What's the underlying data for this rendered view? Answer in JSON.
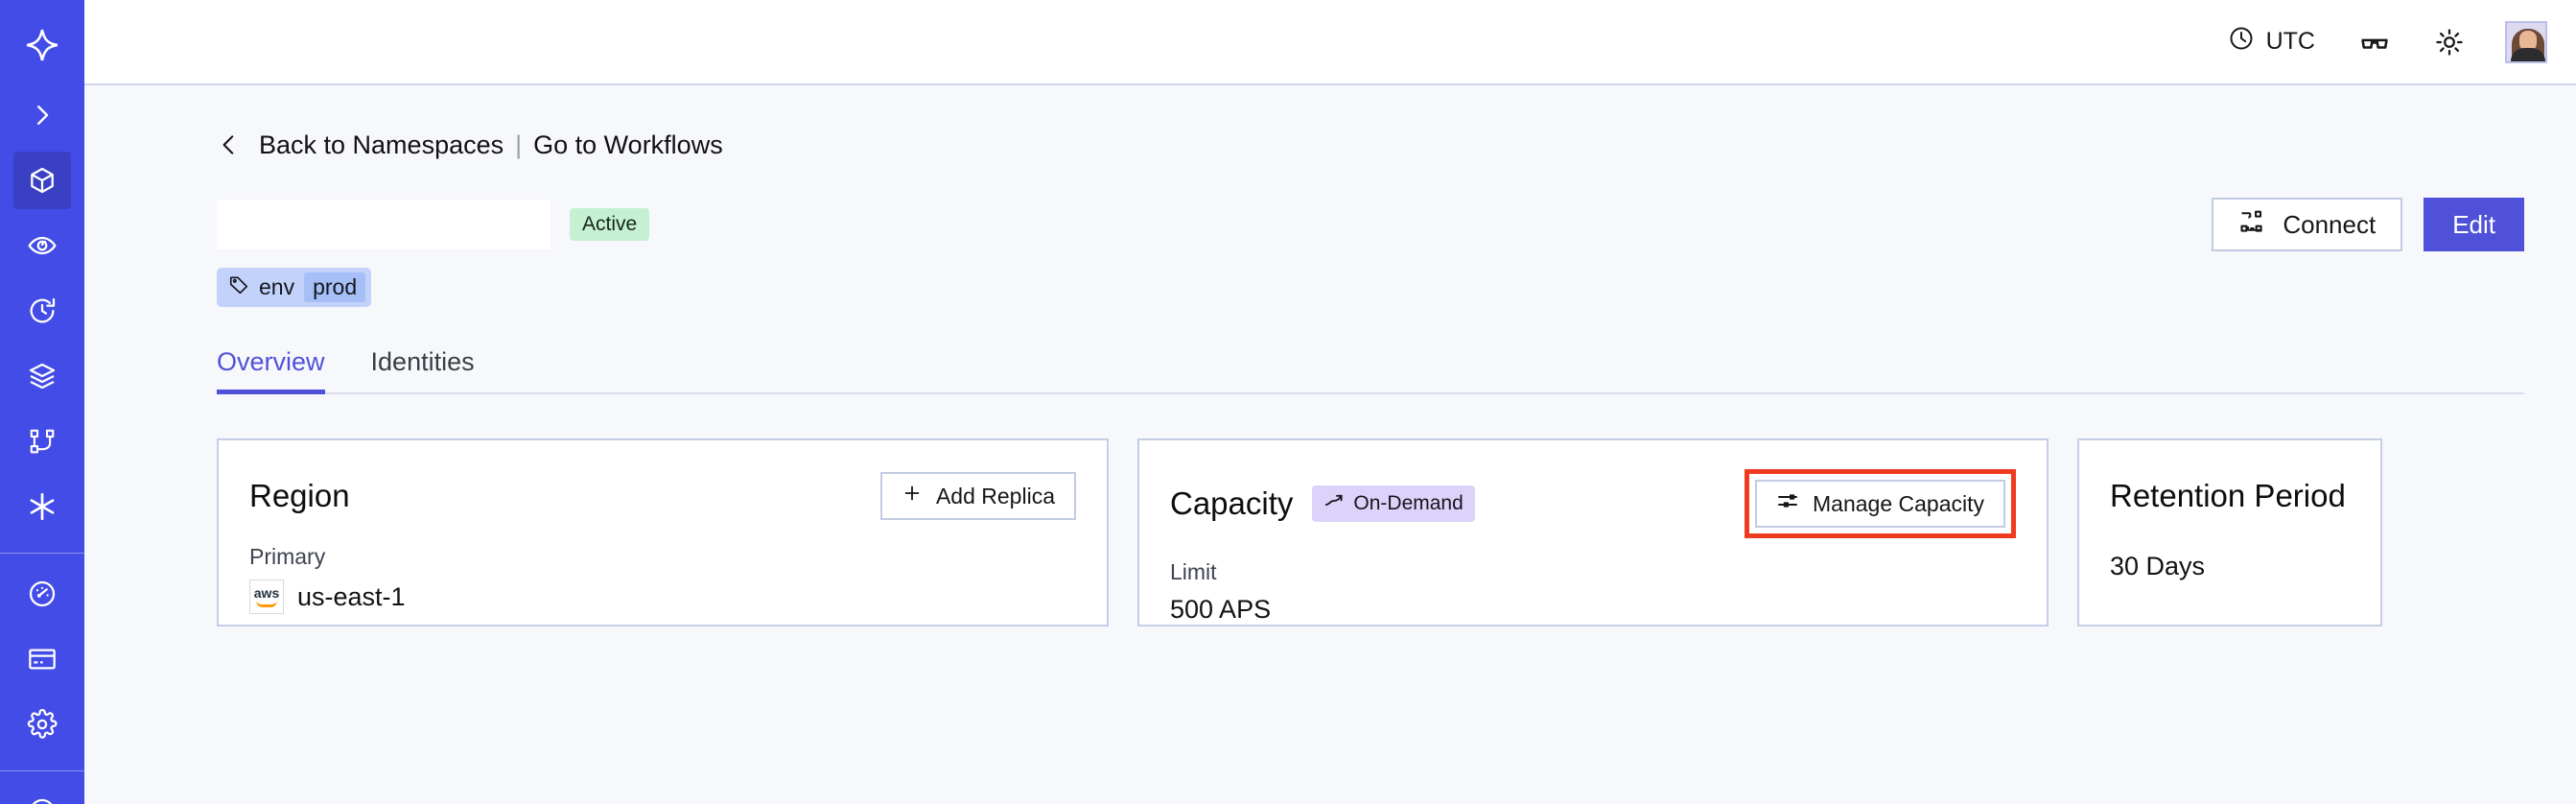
{
  "sidebar": {
    "logo": {
      "name": "temporal-logo",
      "label": "Temporal"
    },
    "items": [
      {
        "icon": "chevron-right-icon",
        "label": "Expand",
        "active": false
      },
      {
        "icon": "cube-icon",
        "label": "Namespaces",
        "active": true
      },
      {
        "icon": "eye-icon",
        "label": "Observability",
        "active": false
      },
      {
        "icon": "history-clock-icon",
        "label": "Schedules",
        "active": false
      },
      {
        "icon": "layers-icon",
        "label": "Batch Operations",
        "active": false
      },
      {
        "icon": "workflow-branch-icon",
        "label": "Workflows",
        "active": false
      },
      {
        "icon": "asterisk-icon",
        "label": "Nexus",
        "active": false
      }
    ],
    "items_secondary": [
      {
        "icon": "gauge-icon",
        "label": "Usage",
        "active": false
      },
      {
        "icon": "credit-card-icon",
        "label": "Billing",
        "active": false
      },
      {
        "icon": "gear-icon",
        "label": "Settings",
        "active": false
      }
    ]
  },
  "topbar": {
    "timezone_icon": "clock-icon",
    "timezone_label": "UTC",
    "glasses_icon": "glasses-icon",
    "theme_icon": "sun-icon",
    "avatar": "user-avatar"
  },
  "breadcrumb": {
    "back_icon": "chevron-left-icon",
    "back_label": "Back to Namespaces",
    "separator": "|",
    "forward_label": "Go to Workflows"
  },
  "header": {
    "namespace_name": "",
    "status_badge": "Active",
    "connect_icon": "connect-flow-icon",
    "connect_label": "Connect",
    "edit_label": "Edit"
  },
  "tags": [
    {
      "icon": "tag-icon",
      "key": "env",
      "value": "prod"
    }
  ],
  "tabs": [
    {
      "label": "Overview",
      "active": true
    },
    {
      "label": "Identities",
      "active": false
    }
  ],
  "cards": {
    "region": {
      "title": "Region",
      "action_icon": "plus-icon",
      "action_label": "Add Replica",
      "label": "Primary",
      "provider_icon": "aws-icon",
      "provider_text": "aws",
      "value": "us-east-1"
    },
    "capacity": {
      "title": "Capacity",
      "badge_icon": "trending-up-icon",
      "badge_label": "On-Demand",
      "action_icon": "sliders-icon",
      "action_label": "Manage Capacity",
      "highlighted": true,
      "label": "Limit",
      "value": "500 APS"
    },
    "retention": {
      "title": "Retention Period",
      "value": "30 Days"
    }
  },
  "colors": {
    "sidebar_bg": "#444ce7",
    "sidebar_active": "#3a40c4",
    "accent": "#4f52d9",
    "page_bg": "#f7f8fb",
    "card_border": "#c5cee6",
    "badge_active_bg": "#c6f0d2",
    "badge_ondemand_bg": "#ddd3fa",
    "tag_bg": "#c3d2fb",
    "tag_value_bg": "#a6c0f7",
    "highlight_red": "#ef3b20"
  }
}
